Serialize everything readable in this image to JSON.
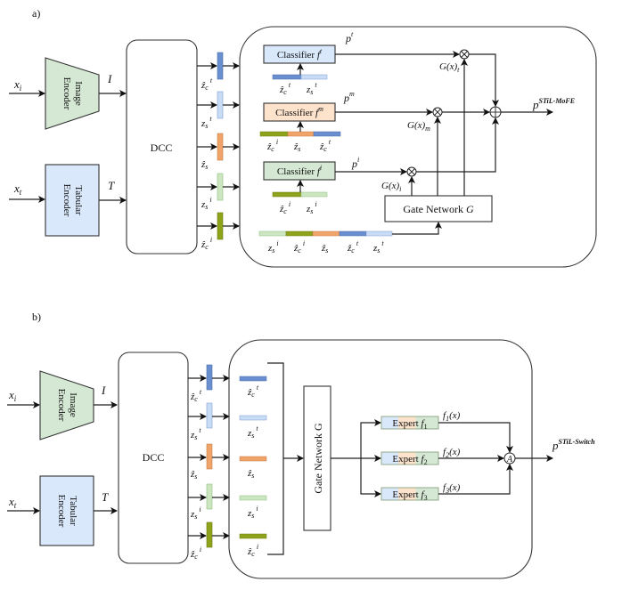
{
  "panel_a": {
    "label": "a)",
    "inputs": {
      "image": "x",
      "image_sub": "i",
      "tab": "x",
      "tab_sub": "t"
    },
    "image_encoder": {
      "line1": "Image",
      "line2": "Encoder",
      "output": "I"
    },
    "tabular_encoder": {
      "line1": "Tabular",
      "line2": "Encoder",
      "output": "T"
    },
    "dcc": "DCC",
    "feature_labels": [
      {
        "base": "ẑ",
        "sub": "c",
        "sup": "t"
      },
      {
        "base": "z",
        "sub": "s",
        "sup": "t"
      },
      {
        "base": "ẑ",
        "sub": "s",
        "sup": ""
      },
      {
        "base": "z",
        "sub": "s",
        "sup": "i"
      },
      {
        "base": "ẑ",
        "sub": "c",
        "sup": "i"
      }
    ],
    "classifiers": [
      {
        "text": "Classifier ",
        "f": "f",
        "sup": "t",
        "output": "p",
        "output_sup": "t",
        "gate": "G(x)",
        "gate_sub": "t"
      },
      {
        "text": "Classifier ",
        "f": "f",
        "sup": "m",
        "output": "p",
        "output_sup": "m",
        "gate": "G(x)",
        "gate_sub": "m"
      },
      {
        "text": "Classifier ",
        "f": "f",
        "sup": "i",
        "output": "p",
        "output_sup": "i",
        "gate": "G(x)",
        "gate_sub": "i"
      }
    ],
    "gate_network": "Gate Network ",
    "gate_symbol": "G",
    "output": {
      "base": "p",
      "sup": "STiL-MoFE"
    }
  },
  "panel_b": {
    "label": "b)",
    "inputs": {
      "image": "x",
      "image_sub": "i",
      "tab": "x",
      "tab_sub": "t"
    },
    "image_encoder": {
      "line1": "Image",
      "line2": "Encoder",
      "output": "I"
    },
    "tabular_encoder": {
      "line1": "Tabular",
      "line2": "Encoder",
      "output": "T"
    },
    "dcc": "DCC",
    "gate_network": "Gate Network G",
    "experts": [
      {
        "text": "Expert ",
        "f": "f",
        "sub": "1",
        "out": "f",
        "out_sub": "1",
        "out_arg": "(x)"
      },
      {
        "text": "Expert ",
        "f": "f",
        "sub": "2",
        "out": "f",
        "out_sub": "2",
        "out_arg": "(x)"
      },
      {
        "text": "Expert ",
        "f": "f",
        "sub": "3",
        "out": "f",
        "out_sub": "3",
        "out_arg": "(x)"
      }
    ],
    "aggregator": "A",
    "output": {
      "base": "p",
      "sup": "STiL-Switch"
    }
  },
  "colors": {
    "zc_t": "#6a8fce",
    "zs_t": "#c9dcf5",
    "z_s": "#f0a46a",
    "zs_i": "#cde6c2",
    "zc_i": "#8fa31a",
    "image_encoder": "#d5e8d4",
    "tabular_encoder": "#dae8fc",
    "classifier_t": "#dae8fc",
    "classifier_m": "#fde2cc",
    "classifier_i": "#d5e8d4"
  }
}
